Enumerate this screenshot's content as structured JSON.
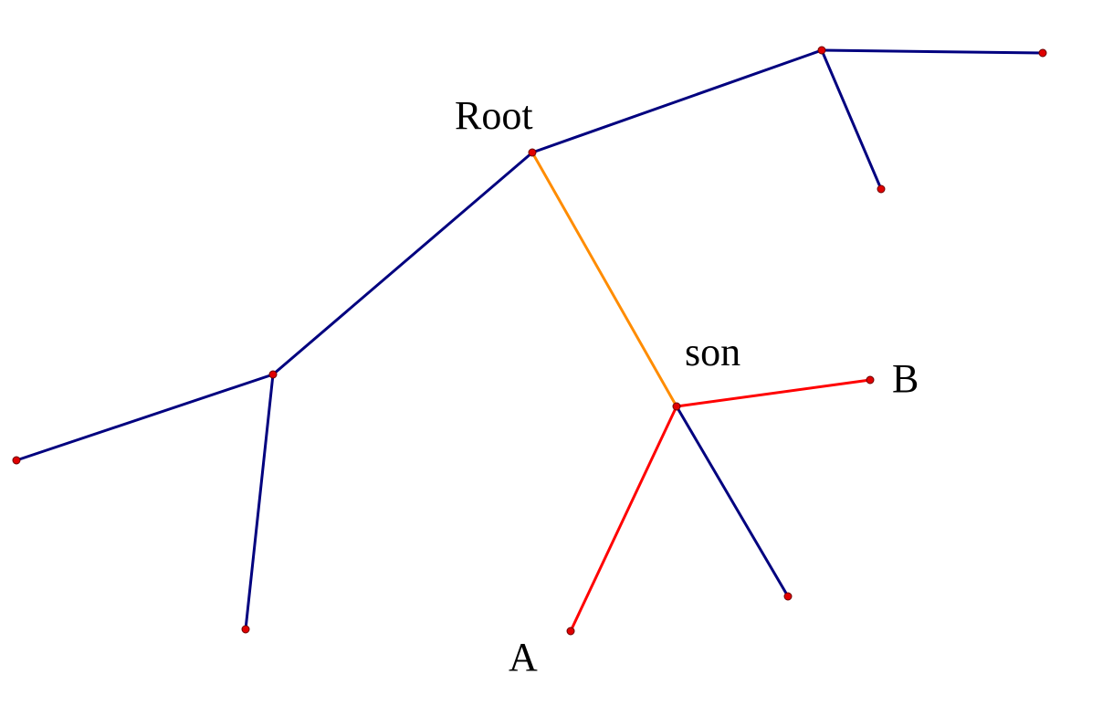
{
  "colors": {
    "background": "#ffffff",
    "tree_edge": "#00007f",
    "root_to_son_edge": "#ff8c00",
    "path_edge": "#ff0000",
    "node_fill": "#e00000",
    "label_text": "#000000"
  },
  "labels": {
    "root": "Root",
    "son": "son",
    "a": "A",
    "b": "B"
  },
  "tree": {
    "nodes": [
      {
        "id": "root",
        "label": "Root"
      },
      {
        "id": "top-right-branch"
      },
      {
        "id": "top-right-leaf-1"
      },
      {
        "id": "top-right-leaf-2"
      },
      {
        "id": "left-branch"
      },
      {
        "id": "left-leaf-1"
      },
      {
        "id": "left-leaf-2"
      },
      {
        "id": "son",
        "label": "son"
      },
      {
        "id": "a",
        "label": "A"
      },
      {
        "id": "b",
        "label": "B"
      },
      {
        "id": "son-leaf"
      }
    ],
    "edges": [
      {
        "from": "root",
        "to": "top-right-branch",
        "color": "tree_edge"
      },
      {
        "from": "top-right-branch",
        "to": "top-right-leaf-1",
        "color": "tree_edge"
      },
      {
        "from": "top-right-branch",
        "to": "top-right-leaf-2",
        "color": "tree_edge"
      },
      {
        "from": "root",
        "to": "left-branch",
        "color": "tree_edge"
      },
      {
        "from": "left-branch",
        "to": "left-leaf-1",
        "color": "tree_edge"
      },
      {
        "from": "left-branch",
        "to": "left-leaf-2",
        "color": "tree_edge"
      },
      {
        "from": "root",
        "to": "son",
        "color": "root_to_son_edge"
      },
      {
        "from": "son",
        "to": "a",
        "color": "path_edge"
      },
      {
        "from": "son",
        "to": "b",
        "color": "path_edge"
      },
      {
        "from": "son",
        "to": "son-leaf",
        "color": "tree_edge"
      }
    ]
  }
}
